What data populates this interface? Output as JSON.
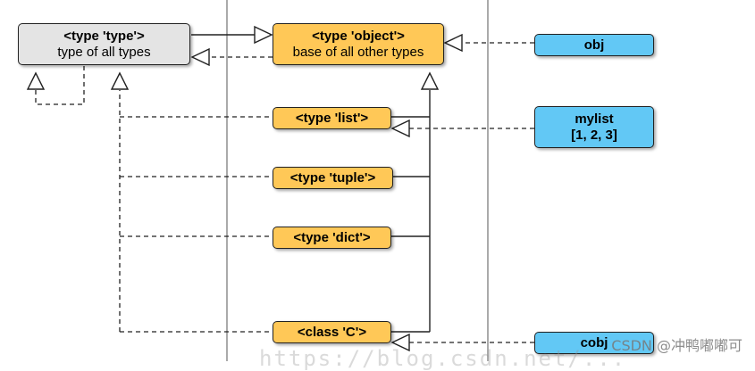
{
  "nodes": {
    "type_type": {
      "title": "<type 'type'>",
      "subtitle": "type of all types"
    },
    "type_object": {
      "title": "<type 'object'>",
      "subtitle": "base of all other types"
    },
    "type_list": {
      "title": "<type 'list'>"
    },
    "type_tuple": {
      "title": "<type 'tuple'>"
    },
    "type_dict": {
      "title": "<type 'dict'>"
    },
    "class_c": {
      "title": "<class 'C'>"
    },
    "obj": {
      "title": "obj"
    },
    "mylist": {
      "title": "mylist",
      "subtitle": "[1, 2, 3]"
    },
    "cobj": {
      "title": "cobj"
    }
  },
  "watermarks": {
    "url": "https://blog.csdn.net/...",
    "credit": "CSDN @冲鸭嘟嘟可"
  },
  "colors": {
    "grey_box": "#e4e4e4",
    "orange_box": "#ffc857",
    "blue_box": "#62c8f5",
    "lines": "#222222",
    "separator": "#aaaaaa"
  }
}
